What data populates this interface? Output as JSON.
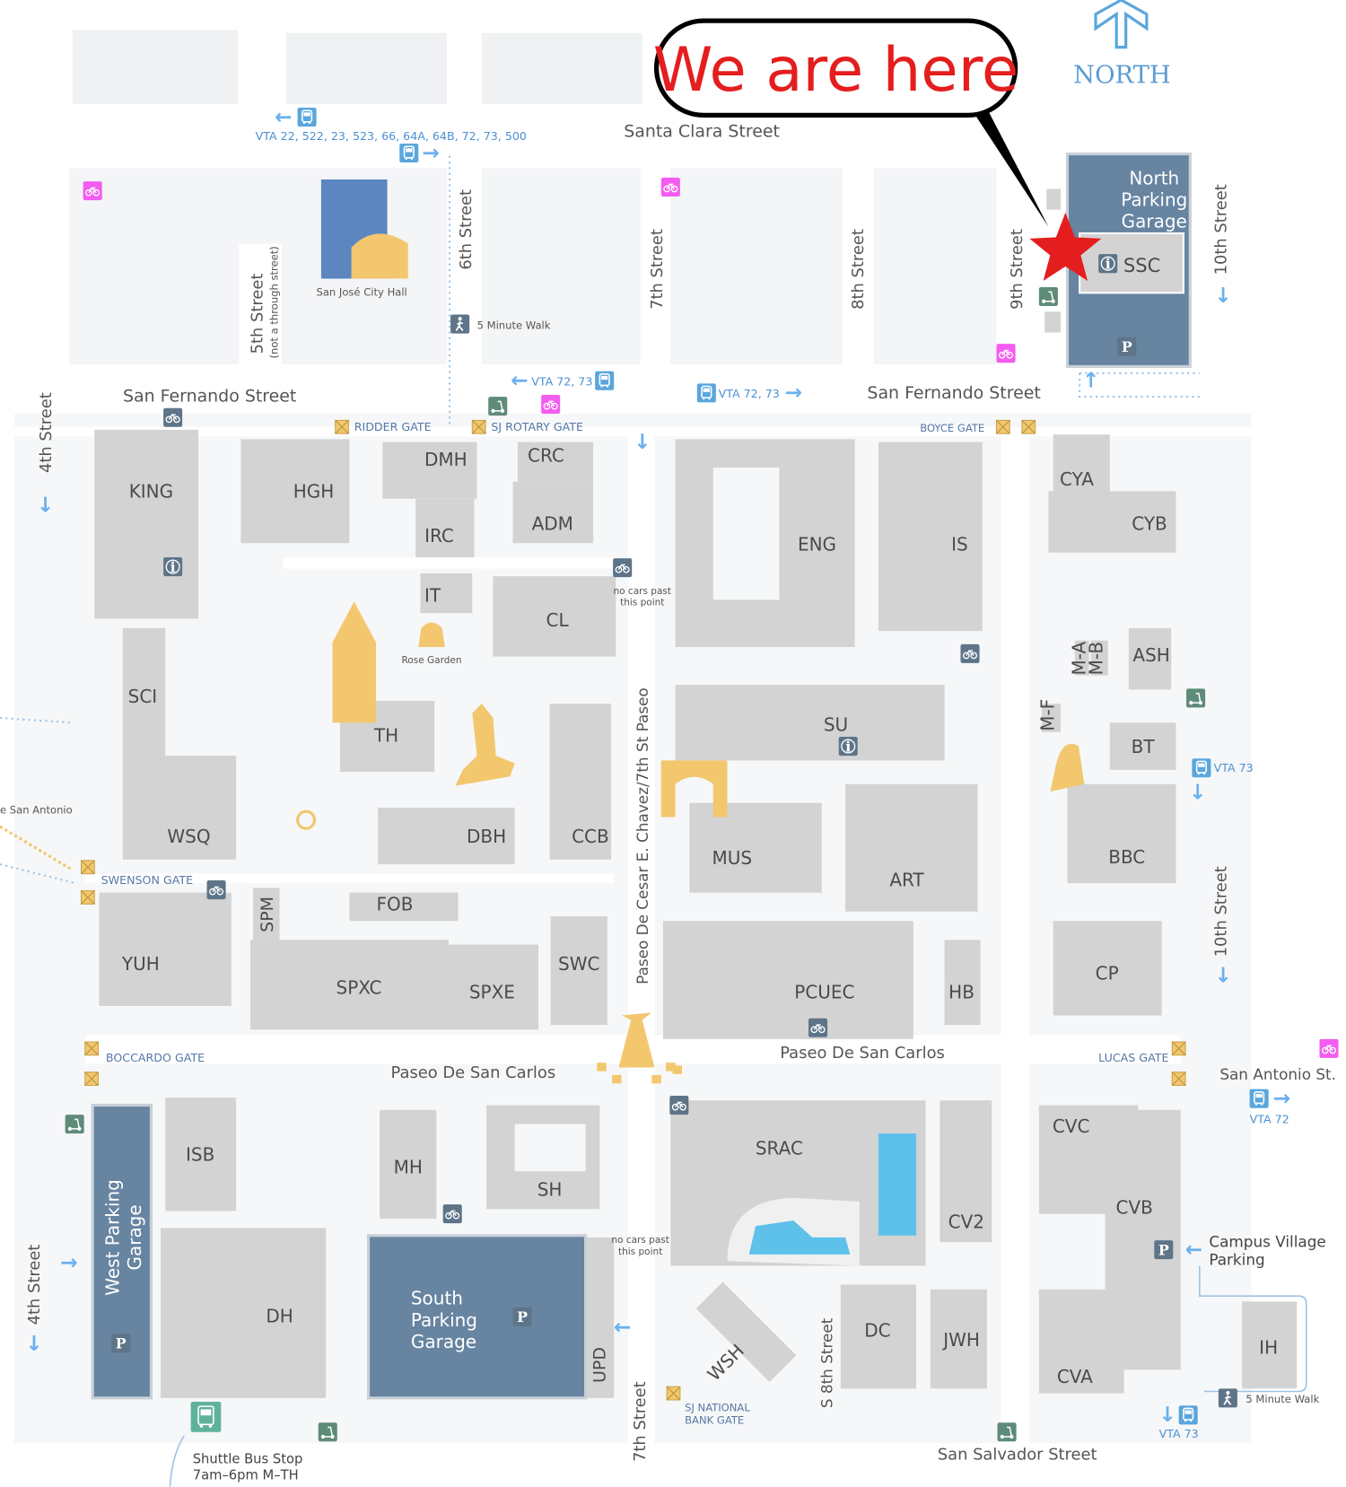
{
  "callout": {
    "text": "We are here",
    "color": "#E41E1E"
  },
  "compass": {
    "label": "NORTH",
    "color": "#5B9BD3"
  },
  "colors": {
    "building": "#D3D3D3",
    "block": "#F4F5F7",
    "garage": "#6784A1",
    "landmark": "#F2C76E",
    "bus": "#5AA6DD",
    "bike_share": "#F45CF0",
    "bike_parking": "#5E7488",
    "scooter": "#5F8B79",
    "pool": "#5DC1EA",
    "star": "#E41E1E"
  },
  "streets": {
    "santa_clara": "Santa Clara Street",
    "san_fernando_w": "San Fernando Street",
    "san_fernando_e": "San Fernando Street",
    "fourth_n": "4th Street",
    "fourth_s": "4th Street",
    "fifth": "5th Street",
    "fifth_note": "(not a through street)",
    "sixth": "6th Street",
    "seventh_n": "7th Street",
    "seventh_s": "7th Street",
    "eighth": "8th Street",
    "ninth": "9th Street",
    "tenth_n": "10th Street",
    "tenth_s": "10th Street",
    "paseo_chavez": "Paseo De Cesar E. Chavez/7th St Paseo",
    "paseo_san_carlos_w": "Paseo De San Carlos",
    "paseo_san_carlos_e": "Paseo De San Carlos",
    "s_eighth": "S 8th Street",
    "san_salvador": "San Salvador Street",
    "san_antonio": "San Antonio St.",
    "san_antonio_w": "e San Antonio"
  },
  "transit": {
    "vta_main": "VTA 22, 522, 23, 523, 66, 64A, 64B, 72, 73, 500",
    "vta_72_73_w": "VTA 72, 73",
    "vta_72_73_e": "VTA 72, 73",
    "vta_73_e": "VTA 73",
    "vta_73_s": "VTA 73",
    "vta_72": "VTA 72",
    "shuttle": "Shuttle Bus Stop",
    "shuttle_hours": "7am–6pm M–TH"
  },
  "gates": {
    "ridder": "RIDDER GATE",
    "rotary": "SJ ROTARY GATE",
    "boyce": "BOYCE GATE",
    "swenson": "SWENSON GATE",
    "boccardo": "BOCCARDO GATE",
    "lucas": "LUCAS GATE",
    "national_1": "SJ NATIONAL",
    "national_2": "BANK GATE"
  },
  "misc": {
    "city_hall": "San José City Hall",
    "walk_1": "5 Minute Walk",
    "walk_2": "5 Minute Walk",
    "no_cars_1a": "no cars past",
    "no_cars_1b": "this point",
    "no_cars_2a": "no cars past",
    "no_cars_2b": "this point",
    "rose_garden": "Rose Garden",
    "cv_parking_1": "Campus Village",
    "cv_parking_2": "Parking"
  },
  "garages": {
    "north": [
      "North",
      "Parking",
      "Garage"
    ],
    "west": [
      "West Parking",
      "Garage"
    ],
    "south": [
      "South",
      "Parking",
      "Garage"
    ],
    "ssc": "SSC"
  },
  "buildings": [
    "KING",
    "HGH",
    "DMH",
    "IRC",
    "CRC",
    "ADM",
    "IT",
    "CL",
    "ENG",
    "IS",
    "CYA",
    "CYB",
    "SCI",
    "WSQ",
    "TH",
    "DBH",
    "CCB",
    "SU",
    "MUS",
    "ART",
    "ASH",
    "BT",
    "BBC",
    "FOB",
    "SPM",
    "YUH",
    "SPXC",
    "SPXE",
    "SWC",
    "PCUEC",
    "HB",
    "CP",
    "ISB",
    "MH",
    "SH",
    "SRAC",
    "CV2",
    "CVC",
    "CVB",
    "CVA",
    "DH",
    "UPD",
    "DC",
    "JWH",
    "WSH",
    "IH",
    "M-A",
    "M-B",
    "M-F"
  ],
  "icons": {
    "bike_share": "bike-share-icon",
    "bike_parking": "bike-parking-icon",
    "scooter": "scooter-icon",
    "bus": "bus-icon",
    "info": "info-icon",
    "parking": "parking-icon",
    "walk": "pedestrian-icon",
    "gate": "gate-icon",
    "repair": "bike-repair-icon",
    "shuttle": "shuttle-bus-icon"
  }
}
